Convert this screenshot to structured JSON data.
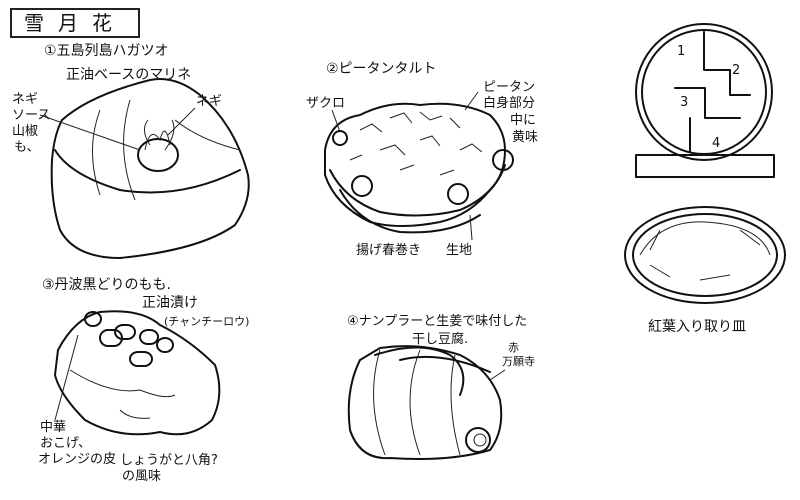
{
  "title": "雪月花",
  "dish1": {
    "heading": "①五島列島ハガツオ",
    "subheading": "正油ベースのマリネ",
    "notes_left": [
      "ネギ",
      "ソース",
      "山椒",
      "も、"
    ],
    "note_right": "ネギ"
  },
  "dish2": {
    "heading": "②ピータンタルト",
    "note_left": "ザクロ",
    "notes_right": [
      "ピータン",
      "白身部分",
      "中に",
      "黄味"
    ],
    "bottom_left": "揚げ春巻き",
    "bottom_right": "生地"
  },
  "dish3": {
    "heading": "③丹波黒どりのもも.",
    "subheading": "正油漬け",
    "reading": "(チャンチーロウ)",
    "notes_left": [
      "中華",
      "おこげ、",
      "オレンジの皮"
    ],
    "notes_bottom": [
      "しょうがと八角?",
      "の風味"
    ]
  },
  "dish4": {
    "heading": "④ナンプラーと生姜で味付した",
    "subheading": "干し豆腐.",
    "notes_right": [
      "赤",
      "万願寺"
    ]
  },
  "layout_plate": {
    "numbers": [
      "1",
      "2",
      "3",
      "4"
    ]
  },
  "side_plate": {
    "caption": "紅葉入り取り皿"
  }
}
